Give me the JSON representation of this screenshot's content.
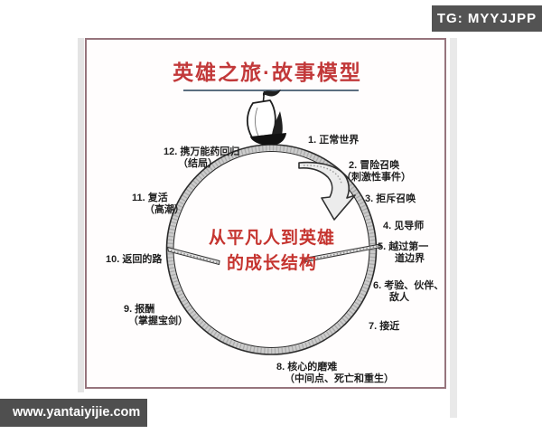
{
  "badges": {
    "top_right": "TG: MYYJJPP",
    "bottom_left": "www.yantaiyijie.com"
  },
  "diagram": {
    "title": "英雄之旅·故事模型",
    "center_text": {
      "line1": "从平凡人到英雄",
      "line2": "的成长结构"
    },
    "steps": [
      {
        "text": "1. 正常世界",
        "sub": ""
      },
      {
        "text": "2. 冒险召唤",
        "sub": "（刺激性事件）"
      },
      {
        "text": "3. 拒斥召唤",
        "sub": ""
      },
      {
        "text": "4. 见导师",
        "sub": ""
      },
      {
        "text": "5. 越过第一",
        "sub": "道边界"
      },
      {
        "text": "6. 考验、伙伴、",
        "sub": "敌人"
      },
      {
        "text": "7. 接近",
        "sub": ""
      },
      {
        "text": "8. 核心的磨难",
        "sub": "（中间点、死亡和重生）"
      },
      {
        "text": "9. 报酬",
        "sub": "（掌握宝剑）"
      },
      {
        "text": "10. 返回的路",
        "sub": ""
      },
      {
        "text": "11. 复活",
        "sub": "（高潮）"
      },
      {
        "text": "12. 携万能药回归",
        "sub": "（结局）"
      }
    ],
    "icons": {
      "ship": "ship-icon",
      "direction_arrow": "clockwise-arrow-icon"
    },
    "colors": {
      "accent_red": "#c2393a",
      "title_underline": "#5c6e80",
      "frame_border": "#96747c",
      "badge_background": "#4f4f4f",
      "sketch_ink": "#2b2b2b"
    }
  }
}
